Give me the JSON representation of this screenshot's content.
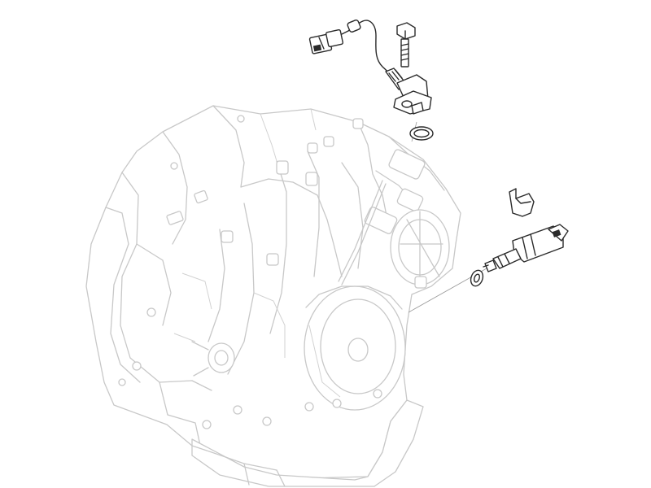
{
  "diagram": {
    "labels": []
  },
  "colors": {
    "background": "#ffffff",
    "ghost_outline": "#c8c8c8",
    "part_outline": "#2a2a2a"
  },
  "icons": [
    "transmission-housing",
    "speed-sensor",
    "sensor-connector",
    "mounting-bolt",
    "o-ring",
    "pressure-switch",
    "switch-bracket",
    "sealing-washer"
  ]
}
